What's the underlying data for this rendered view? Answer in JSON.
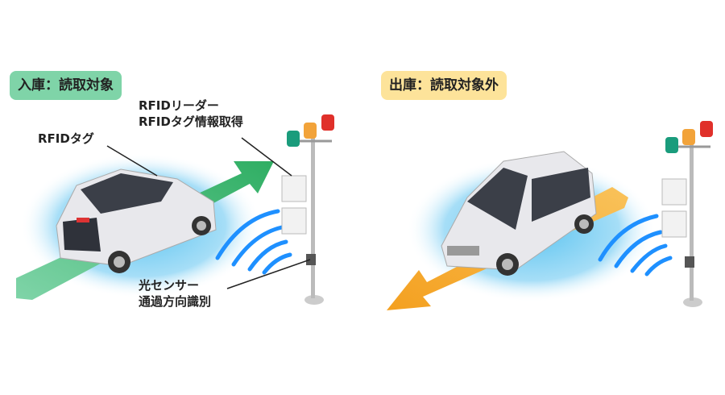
{
  "left_panel": {
    "badge": "入庫：読取対象",
    "badge_color": "#7fd4a8",
    "reader_label_1": "RFIDリーダー",
    "reader_label_2": "RFIDタグ情報取得",
    "tag_label": "RFIDタグ",
    "sensor_label_1": "光センサー",
    "sensor_label_2": "通過方向識別",
    "arrow_color": "#3cb371"
  },
  "right_panel": {
    "badge": "出庫：読取対象外",
    "badge_color": "#fde39a",
    "arrow_color": "#f5a623"
  },
  "colors": {
    "wave": "#1e90ff",
    "glow": "#7fd0f5",
    "light_green": "#1a9c7c",
    "light_orange": "#f2a33a",
    "light_red": "#e0302a"
  }
}
